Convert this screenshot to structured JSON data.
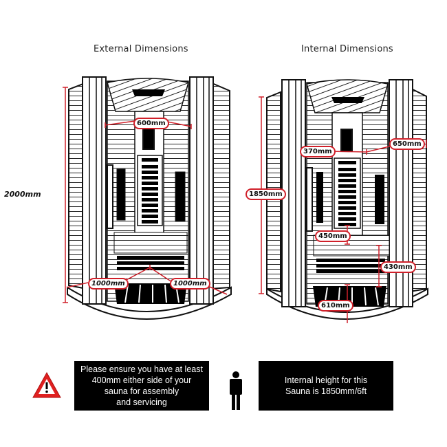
{
  "titles": {
    "external": "External Dimensions",
    "internal": "Internal Dimensions"
  },
  "external": {
    "height": "2000mm",
    "inner_width": "600mm",
    "side_left": "1000mm",
    "side_right": "1000mm"
  },
  "internal": {
    "height": "1850mm",
    "back_width": "370mm",
    "side_width": "650mm",
    "bench_height": "450mm",
    "bench_depth": "430mm",
    "floor_depth": "610mm"
  },
  "notices": {
    "clearance": [
      "Please ensure you have at least",
      "400mm either side of your",
      "sauna for assembly",
      "and servicing"
    ],
    "height": [
      "Internal height for this",
      "Sauna is 1850mm/6ft"
    ]
  },
  "icons": {
    "warning": "warning-triangle-icon",
    "person": "person-icon"
  },
  "colors": {
    "dimension_line": "#d0202a",
    "outline": "#111111",
    "notice_bg": "#000000",
    "warning_red": "#e02020"
  }
}
